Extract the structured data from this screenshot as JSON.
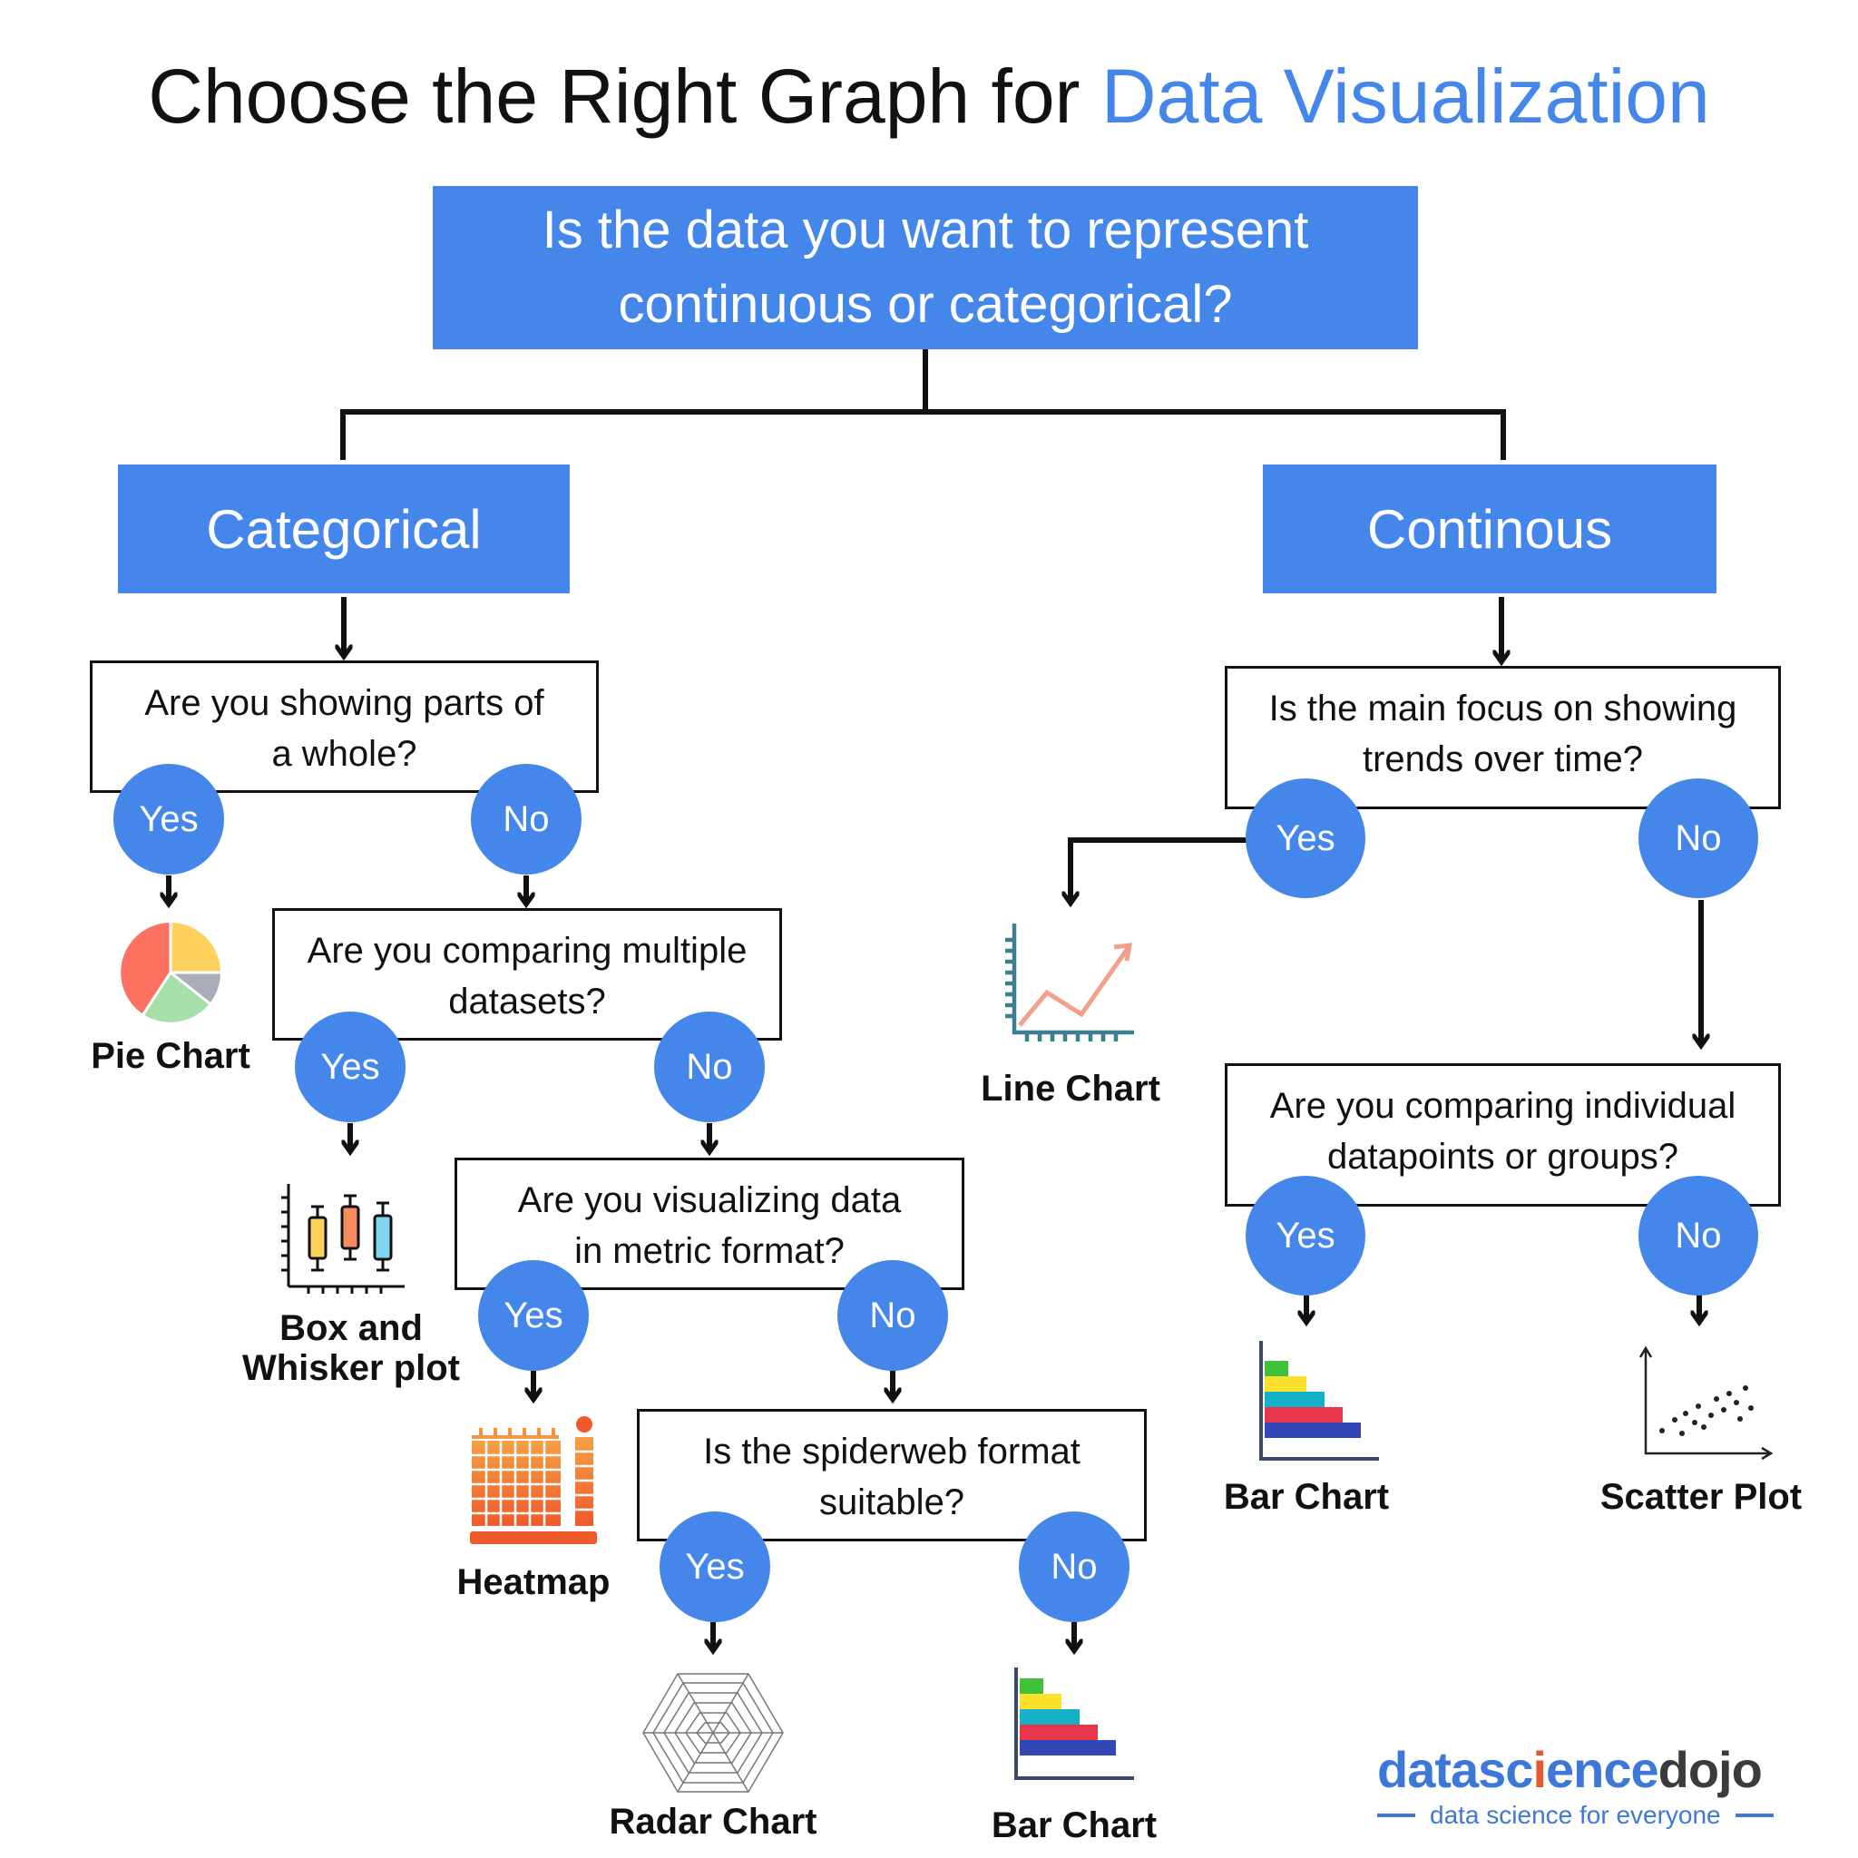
{
  "title": {
    "prefix": "Choose the Right Graph for ",
    "accent": "Data Visualization"
  },
  "root": {
    "line1": "Is the data you want to represent",
    "line2": "continuous or categorical?"
  },
  "branches": {
    "left": "Categorical",
    "right": "Continous"
  },
  "questions": {
    "parts_whole": {
      "line1": "Are you showing parts of",
      "line2": "a whole?"
    },
    "multiple": {
      "line1": "Are you comparing multiple",
      "line2": "datasets?"
    },
    "metric": {
      "line1": "Are you visualizing data",
      "line2": "in metric format?"
    },
    "spider": {
      "line1": "Is the spiderweb format",
      "line2": "suitable?"
    },
    "trends": {
      "line1": "Is the main focus on showing",
      "line2": "trends over time?"
    },
    "individual": {
      "line1": "Are you comparing individual",
      "line2": "datapoints or groups?"
    }
  },
  "answers": {
    "yes": "Yes",
    "no": "No"
  },
  "results": {
    "pie": "Pie Chart",
    "box_line1": "Box and",
    "box_line2": "Whisker plot",
    "heatmap": "Heatmap",
    "radar": "Radar Chart",
    "bar_left": "Bar Chart",
    "line": "Line Chart",
    "bar_right": "Bar Chart",
    "scatter": "Scatter Plot"
  },
  "logo": {
    "part1": "datasc",
    "part2": "i",
    "part3": "ence",
    "part4": "dojo",
    "tagline": "data science for everyone"
  },
  "colors": {
    "accent": "#4486ea",
    "logo_blue": "#3d78d9",
    "logo_orange": "#e8582b"
  }
}
